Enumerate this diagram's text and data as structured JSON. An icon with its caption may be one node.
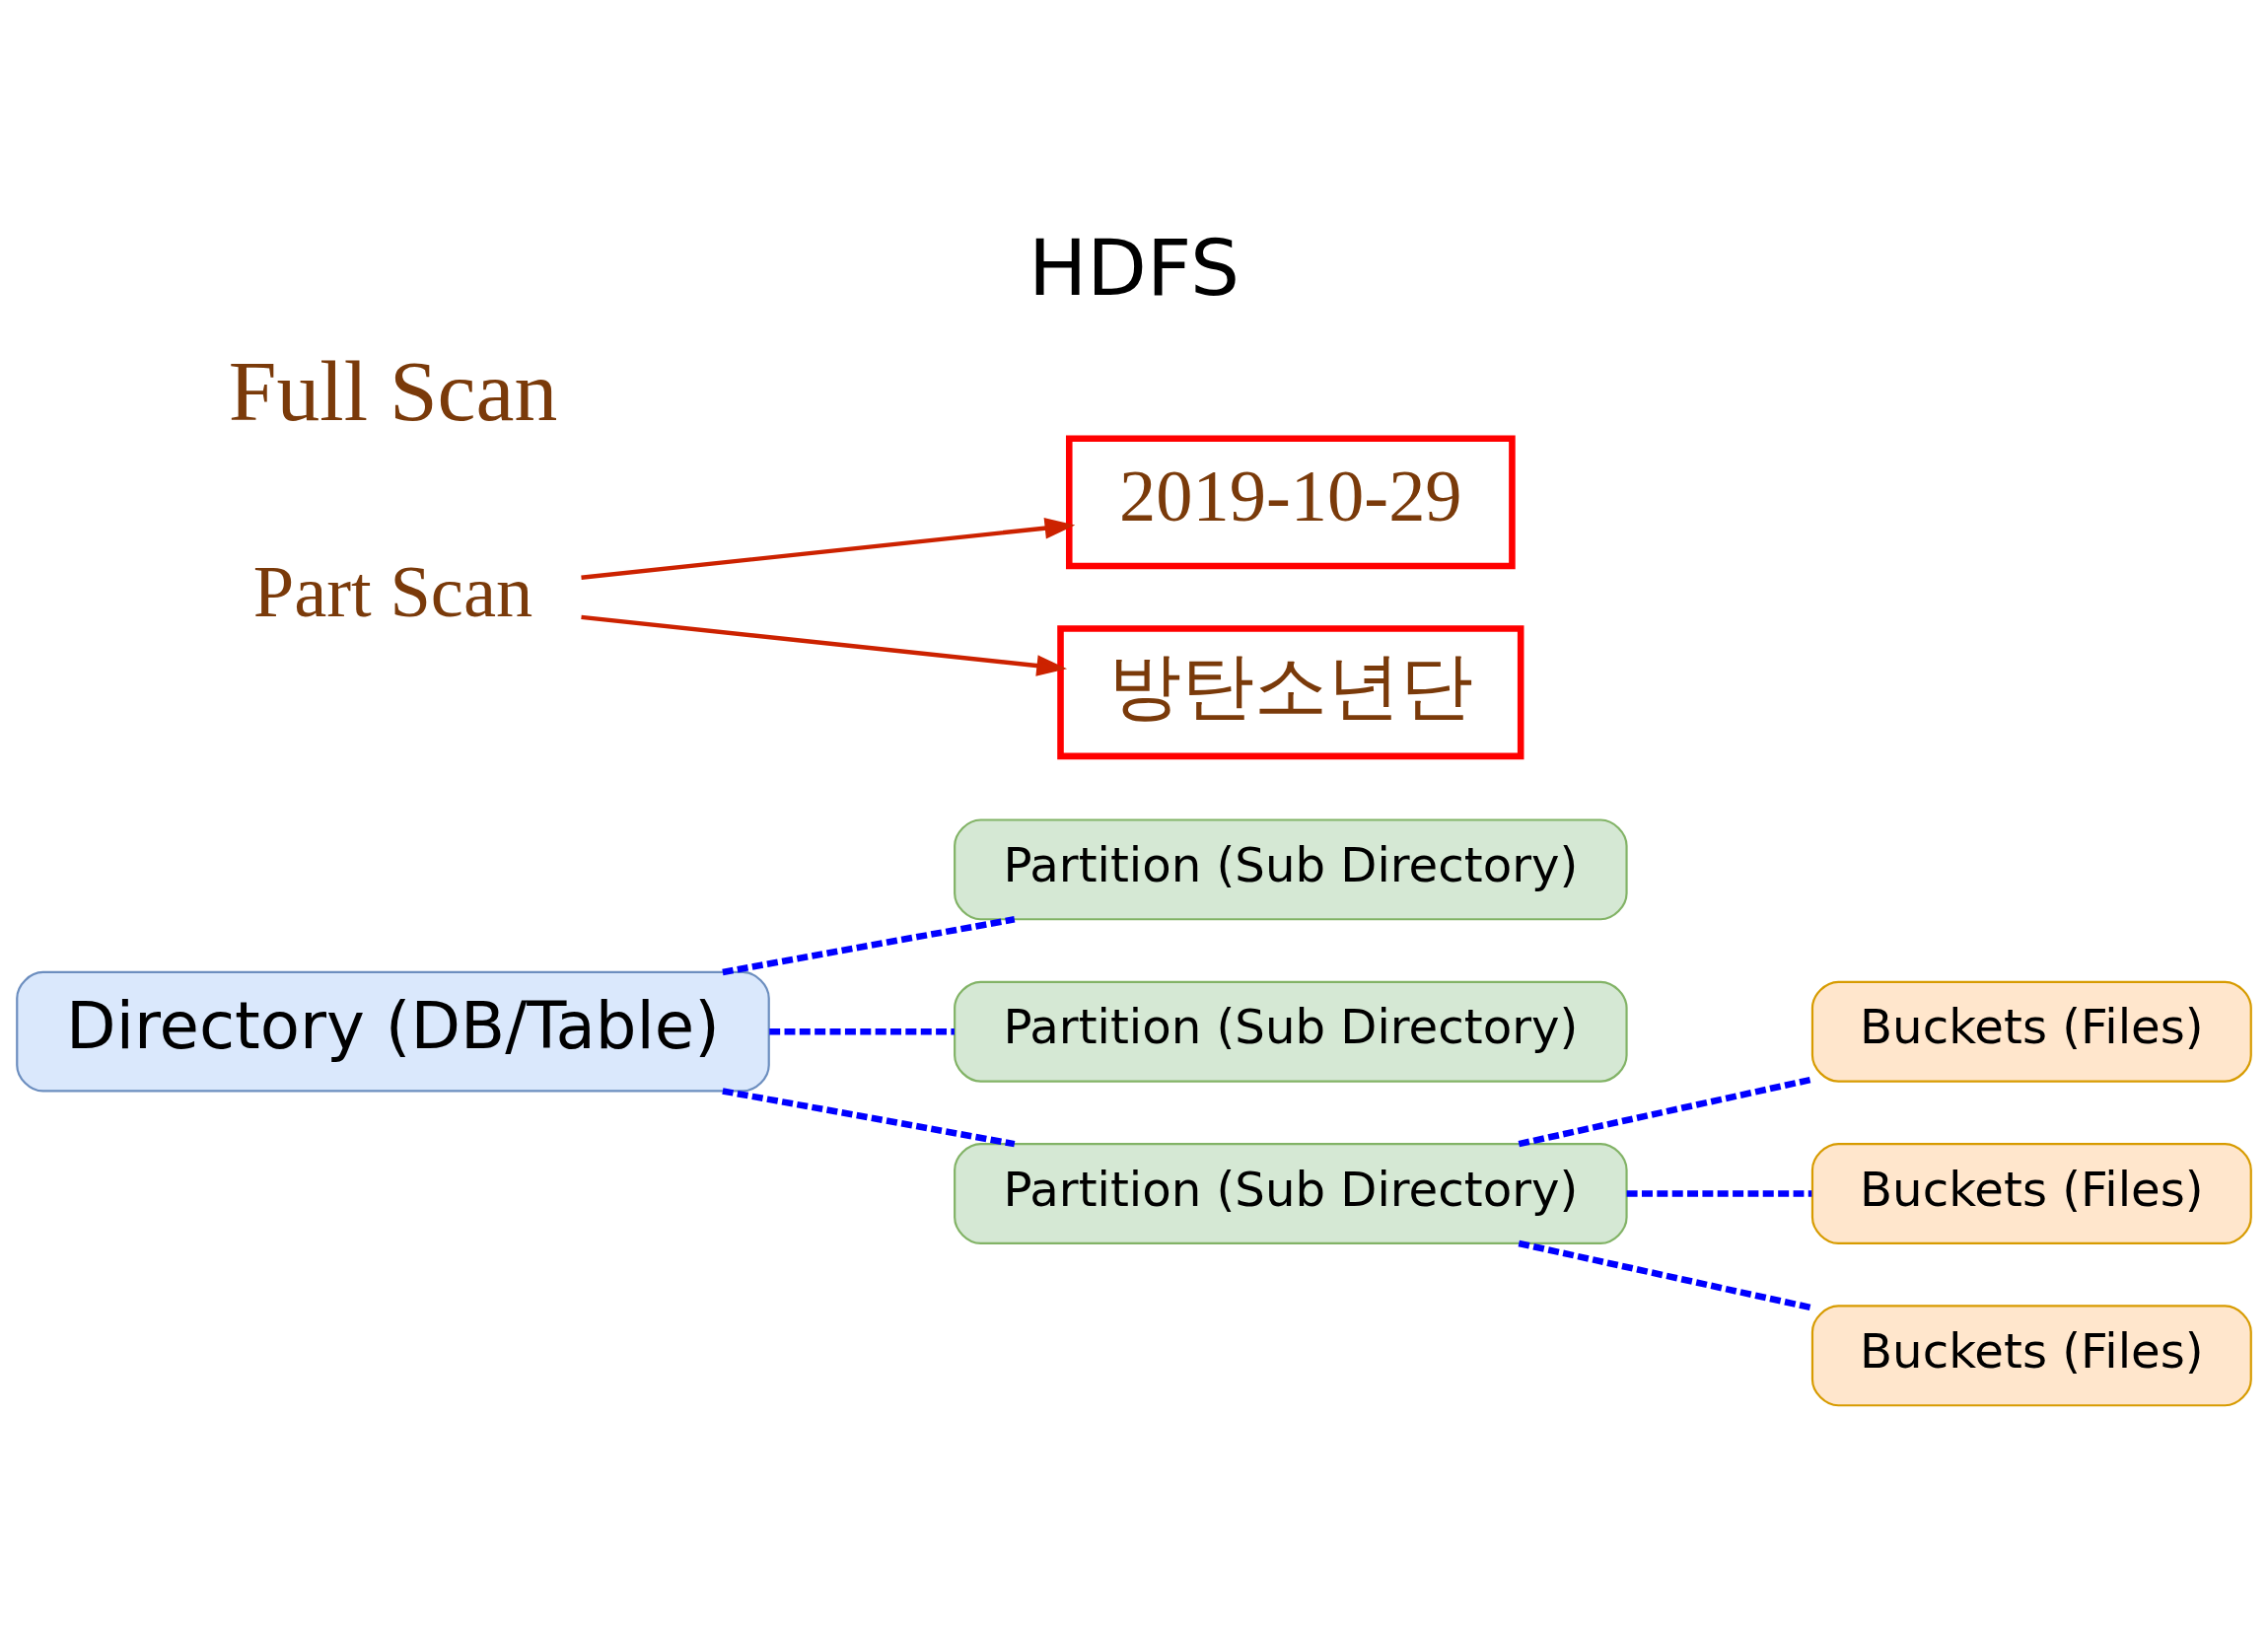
{
  "diagram": {
    "title": "HDFS",
    "nodes": [
      {
        "text": [
          "Directory (DB/Table)"
        ]
      },
      {
        "text": [
          "Partition (Sub Directory)"
        ]
      },
      {
        "text": [
          "2019-10-29"
        ]
      },
      {
        "text": [
          "Partition (Sub Directory)"
        ]
      },
      {
        "text": [
          "Partition (Sub Directory)"
        ]
      },
      {
        "text": [
          "Part Scan"
        ]
      },
      {
        "text": [
          "Buckets (Files)"
        ]
      },
      {
        "text": [
          "방탄소년단"
        ]
      },
      {
        "text": [
          "Buckets (Files)"
        ]
      },
      {
        "text": [
          "Buckets (Files)"
        ]
      }
    ],
    "edges": [
      {
        "from": 0,
        "to": 1,
        "arrow": "none",
        "style": "dashed",
        "color": "#0000ff"
      },
      {
        "from": 0,
        "to": 3,
        "arrow": "none",
        "style": "dashed",
        "color": "#0000ff"
      },
      {
        "from": 0,
        "to": 4,
        "arrow": "none",
        "style": "dashed",
        "color": "#0000ff"
      },
      {
        "from": 5,
        "to": 2,
        "arrow": "to",
        "color": "#cc2200"
      },
      {
        "from": 5,
        "to": 7,
        "arrow": "to",
        "color": "#cc2200"
      },
      {
        "from": 4,
        "to": 6,
        "arrow": "none",
        "style": "dashed",
        "color": "#0000ff"
      },
      {
        "from": 4,
        "to": 8,
        "arrow": "none",
        "style": "dashed",
        "color": "#0000ff"
      },
      {
        "from": 4,
        "to": 9,
        "arrow": "none",
        "style": "dashed",
        "color": "#0000ff"
      }
    ],
    "labels": [
      "Full Scan"
    ]
  }
}
